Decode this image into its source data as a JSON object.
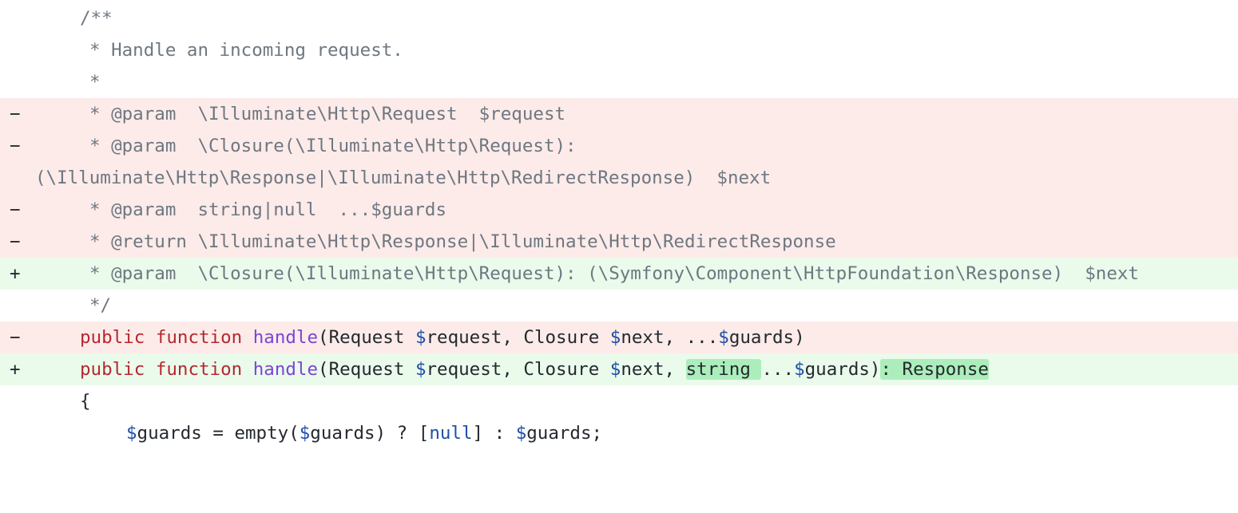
{
  "colors": {
    "deleted_line_bg": "#fcebe9",
    "added_line_bg": "#eafbec",
    "inline_added_highlight": "#aceebb",
    "comment": "#6e7781",
    "keyword": "#b5282f",
    "function_name": "#7b45d6",
    "variable_sigil": "#1f4fa8",
    "text": "#24292f"
  },
  "markers": {
    "deleted": "−",
    "added": "+"
  },
  "lines": {
    "l1": {
      "type": "context",
      "comment": "/**"
    },
    "l2": {
      "type": "context",
      "comment": "* Handle an incoming request."
    },
    "l3": {
      "type": "context",
      "comment": "*"
    },
    "l4": {
      "type": "deleted",
      "comment": "* @param  \\Illuminate\\Http\\Request  $request"
    },
    "l5": {
      "type": "deleted",
      "comment": "* @param  \\Closure(\\Illuminate\\Http\\Request):"
    },
    "l6": {
      "type": "deleted-wrap",
      "comment": "(\\Illuminate\\Http\\Response|\\Illuminate\\Http\\RedirectResponse)  $next"
    },
    "l7": {
      "type": "deleted",
      "comment": "* @param  string|null  ...$guards"
    },
    "l8": {
      "type": "deleted",
      "comment": "* @return \\Illuminate\\Http\\Response|\\Illuminate\\Http\\RedirectResponse"
    },
    "l9": {
      "type": "added",
      "comment": "* @param  \\Closure(\\Illuminate\\Http\\Request): (\\Symfony\\Component\\HttpFoundation\\Response)  $next"
    },
    "l10": {
      "type": "context",
      "comment": "*/"
    },
    "l11": {
      "type": "deleted",
      "kw_public": "public",
      "kw_function": "function",
      "fn_name": "handle",
      "t1": "(Request ",
      "v1": "$",
      "t2": "request, Closure ",
      "v2": "$",
      "t3": "next, ...",
      "v3": "$",
      "t4": "guards)"
    },
    "l12": {
      "type": "added",
      "kw_public": "public",
      "kw_function": "function",
      "fn_name": "handle",
      "t1": "(Request ",
      "v1": "$",
      "t2": "request, Closure ",
      "v2": "$",
      "t3": "next, ",
      "hl1": "string ",
      "t4": "...",
      "v3": "$",
      "t5": "guards)",
      "hl2": ": Response"
    },
    "l13": {
      "type": "context",
      "text": "{"
    },
    "l14": {
      "type": "context",
      "v1": "$",
      "t1": "guards = empty(",
      "v2": "$",
      "t2": "guards) ? [",
      "null": "null",
      "t3": "] : ",
      "v3": "$",
      "t4": "guards;"
    }
  }
}
